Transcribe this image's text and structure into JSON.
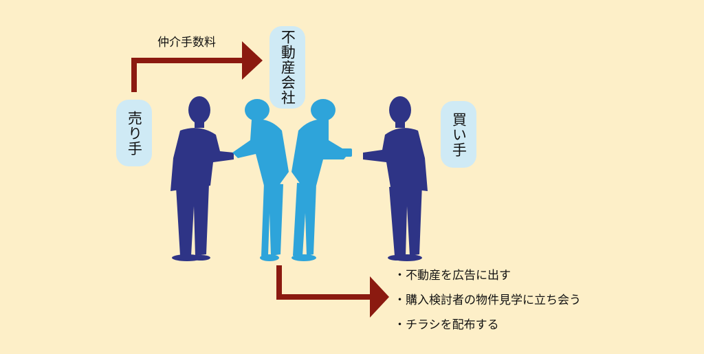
{
  "roles": {
    "seller": "売り手",
    "agency": "不動産会社",
    "buyer": "買い手"
  },
  "commission_label": "仲介手数料",
  "agency_tasks": [
    "・不動産を広告に出す",
    "・購入検討者の物件見学に立ち会う",
    "・チラシを配布する"
  ],
  "colors": {
    "background": "#fdefc8",
    "arrow": "#8b1a10",
    "client_silhouette": "#2e3486",
    "agent_silhouette": "#2ea4da",
    "label_bubble": "#cfeaf5"
  }
}
